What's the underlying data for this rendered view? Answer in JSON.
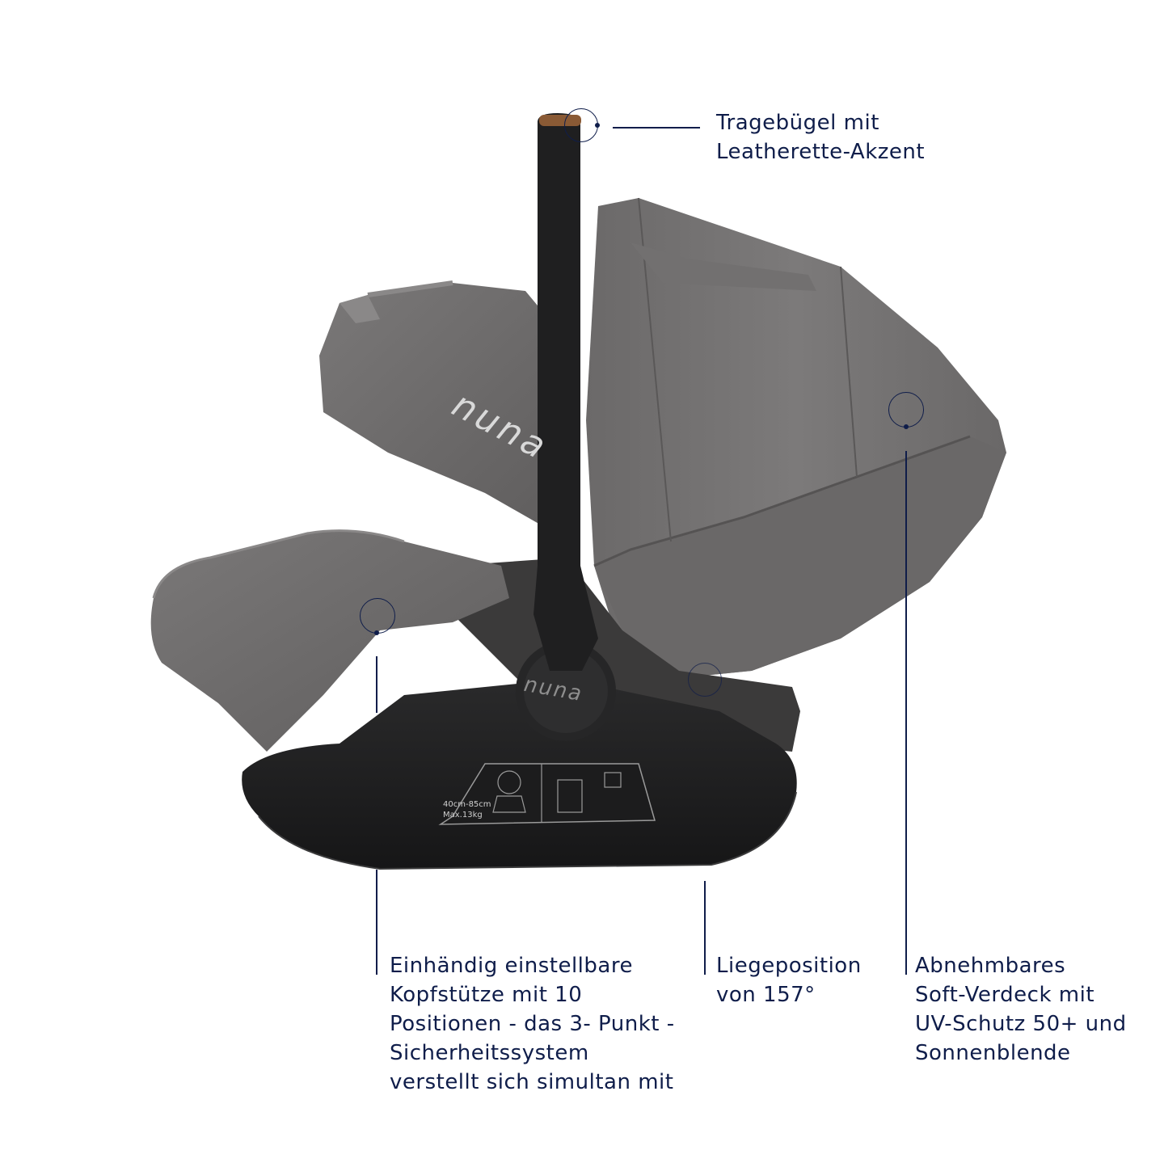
{
  "brand": {
    "logo_text": "nuna"
  },
  "label_sticker": {
    "size_range": "40cm-85cm",
    "max_weight": "Max.13kg"
  },
  "colors": {
    "annotation": "#0f1d4a",
    "fabric": "#6e6c6c",
    "frame": "#1e1e1f"
  },
  "callouts": {
    "handle": {
      "lines": [
        "Tragebügel mit",
        "Leatherette-Akzent"
      ]
    },
    "headrest": {
      "lines": [
        "Einhändig einstellbare",
        "Kopfstütze mit 10",
        "Positionen - das 3- Punkt -",
        "Sicherheitssystem",
        "verstellt sich simultan mit"
      ]
    },
    "recline": {
      "lines": [
        "Liegeposition",
        "von 157°"
      ]
    },
    "canopy": {
      "lines": [
        "Abnehmbares",
        "Soft-Verdeck mit",
        "UV-Schutz 50+ und",
        "Sonnenblende"
      ]
    }
  }
}
